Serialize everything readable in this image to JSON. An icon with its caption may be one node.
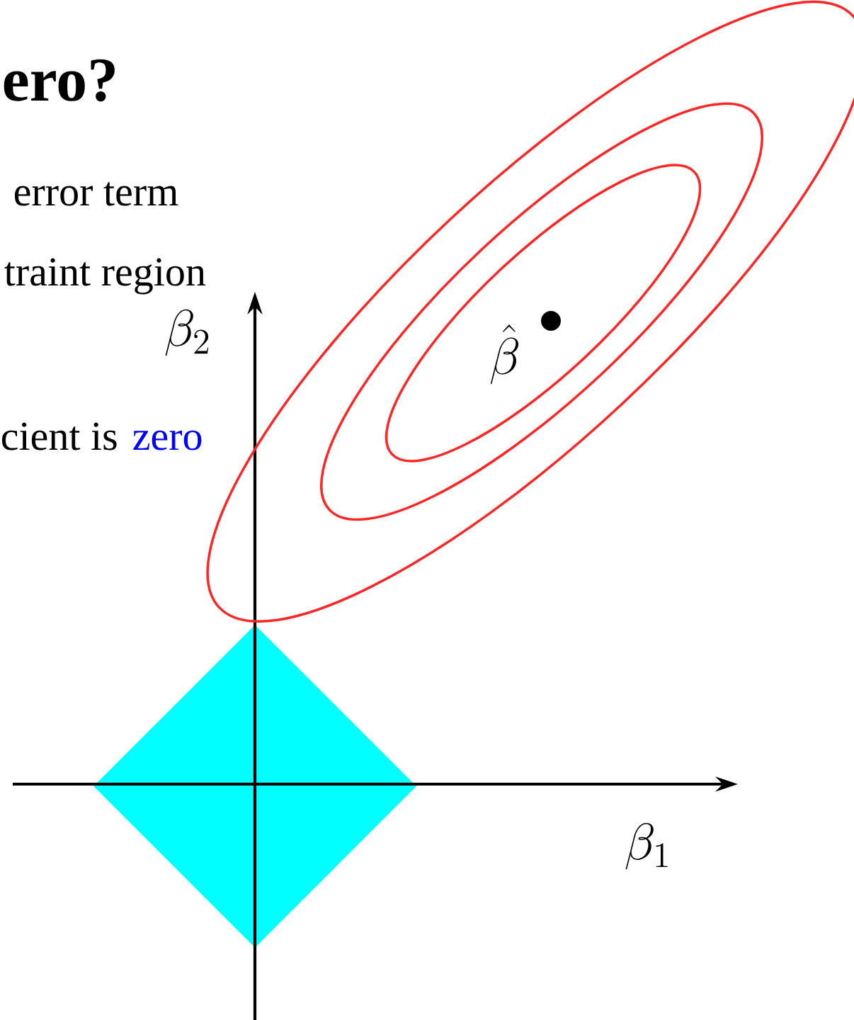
{
  "diagram": {
    "title": "ero?",
    "nodes": [
      {
        "text": [],
        "shape": "diamond"
      }
    ],
    "labels": [
      "error term",
      "traint region",
      "cient is",
      "zero",
      "\\beta_{2}",
      "\\hat{\\beta}",
      "\\beta_{1}"
    ]
  }
}
